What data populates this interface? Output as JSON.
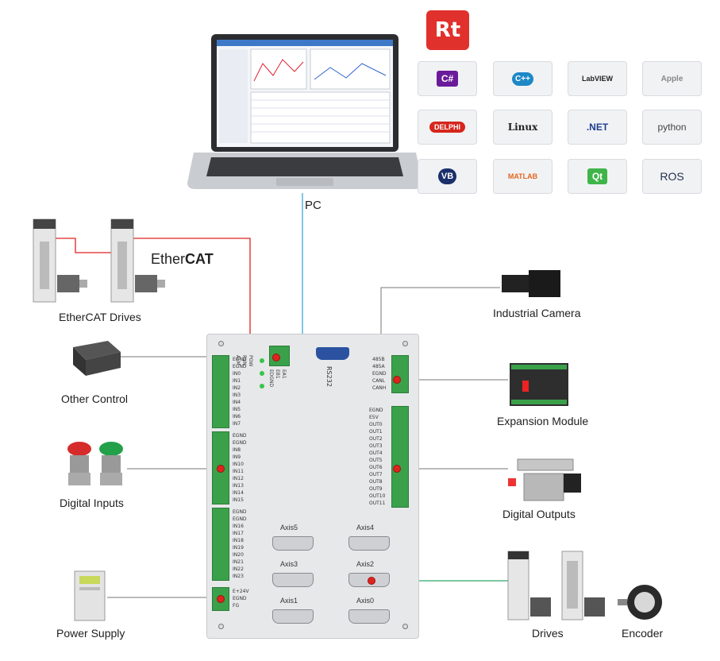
{
  "pc_label": "PC",
  "labels": {
    "ethercat_drives": "EtherCAT Drives",
    "other_control": "Other Control",
    "digital_inputs": "Digital Inputs",
    "power_supply": "Power Supply",
    "industrial_camera": "Industrial Camera",
    "expansion_module": "Expansion Module",
    "digital_outputs": "Digital Outputs",
    "drives": "Drives",
    "encoder": "Encoder"
  },
  "ethercat_brand": {
    "ether": "Ether",
    "cat": "CAT"
  },
  "logo_tiles": [
    "C#",
    "C++",
    "LabVIEW",
    "Apple",
    "DELPHI",
    "Linux",
    ".NET",
    "python",
    "VB",
    "MATLAB",
    "Qt",
    "ROS"
  ],
  "controller": {
    "rs232": "RS232",
    "leds": [
      "POW",
      "RUN",
      "ALM"
    ],
    "can_pins_top": [
      "EA1",
      "EB1",
      "EDGND"
    ],
    "input_block1": [
      "EGND",
      "EGND",
      "IN0",
      "IN1",
      "IN2",
      "IN3",
      "IN4",
      "IN5",
      "IN6",
      "IN7"
    ],
    "input_block2": [
      "EGND",
      "EGND",
      "IN8",
      "IN9",
      "IN10",
      "IN11",
      "IN12",
      "IN13",
      "IN14",
      "IN15"
    ],
    "input_block3": [
      "EGND",
      "EGND",
      "IN16",
      "IN17",
      "IN18",
      "IN19",
      "IN20",
      "IN21",
      "IN22",
      "IN23"
    ],
    "power_pins": [
      "E+24V",
      "EGND",
      "FG"
    ],
    "can_block": [
      "485B",
      "485A",
      "EGND",
      "CANL",
      "CANH"
    ],
    "output_block": [
      "EGND",
      "E5V",
      "OUT0",
      "OUT1",
      "OUT2",
      "OUT3",
      "OUT4",
      "OUT5",
      "OUT6",
      "OUT7",
      "OUT8",
      "OUT9",
      "OUT10",
      "OUT11"
    ],
    "axes": [
      "Axis5",
      "Axis4",
      "Axis3",
      "Axis2",
      "Axis1",
      "Axis0"
    ]
  },
  "colors": {
    "ethercat_wire": "#e02020",
    "pc_wire": "#3fa9d6",
    "io_wire": "#777777",
    "drive_wire": "#2aa66a",
    "terminal_green": "#3aa14a",
    "rt_red": "#e0312d"
  }
}
